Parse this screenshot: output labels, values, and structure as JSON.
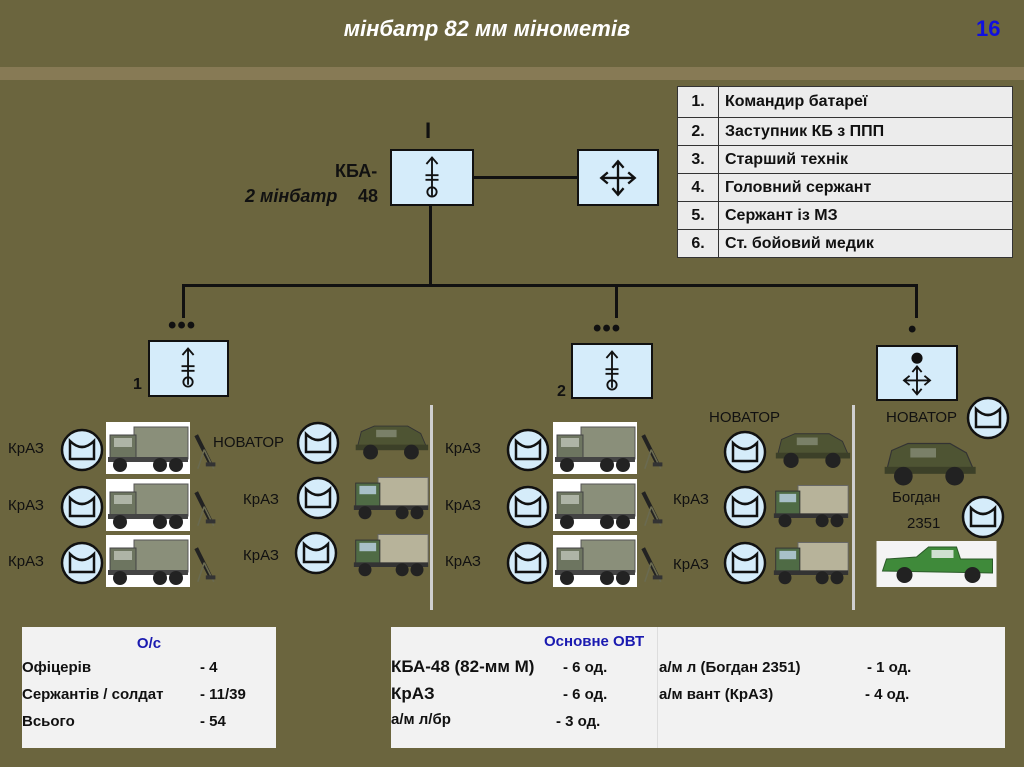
{
  "header": {
    "title": "мінбатр 82 мм мінометів",
    "slide_number": "16"
  },
  "legend": [
    {
      "n": "1.",
      "text": "Командир батареї"
    },
    {
      "n": "2.",
      "text": "Заступник КБ з ППП"
    },
    {
      "n": "3.",
      "text": "Старший технік"
    },
    {
      "n": "4.",
      "text": "Головний сержант"
    },
    {
      "n": "5.",
      "text": "Сержант із МЗ"
    },
    {
      "n": "6.",
      "text": "Ст. бойовий медик"
    }
  ],
  "hq": {
    "label_a": "КБА-",
    "label_b": "48",
    "label_c": "2 мінбатр",
    "echelon": "I"
  },
  "units": {
    "platoon1": {
      "number": "1",
      "echelon": "•••"
    },
    "platoon2": {
      "number": "2",
      "echelon": "•••"
    },
    "section3": {
      "echelon": "•"
    }
  },
  "vehicles": {
    "g1": [
      "КрАЗ",
      "КрАЗ",
      "КрАЗ"
    ],
    "g1b": [
      "НОВАТОР",
      "КрАЗ",
      "КрАЗ"
    ],
    "g2": [
      "КрАЗ",
      "КрАЗ",
      "КрАЗ"
    ],
    "g2b": [
      "НОВАТОР",
      "КрАЗ",
      "КрАЗ"
    ],
    "g3": {
      "novator": "НОВАТОР",
      "bogdan": "Богдан",
      "bogdan_model": "2351"
    }
  },
  "personnel": {
    "title": "О/с",
    "rows": [
      {
        "label": "Офіцерів",
        "value": "- 4"
      },
      {
        "label": "Сержантів / солдат",
        "value": "- 11/39"
      },
      {
        "label": "Всього",
        "value": "- 54"
      }
    ]
  },
  "equipment": {
    "title": "Основне ОВТ",
    "left": [
      {
        "label": "КБА-48 (82-мм М)",
        "value": "- 6 од."
      },
      {
        "label": "КрАЗ",
        "value": "- 6 од."
      },
      {
        "label": "а/м л/бр",
        "value": "- 3 од."
      }
    ],
    "right": [
      {
        "label": "а/м л (Богдан 2351)",
        "value": "- 1 од."
      },
      {
        "label": "а/м вант (КрАЗ)",
        "value": "- 4 од."
      }
    ]
  },
  "colors": {
    "background": "#6b653e",
    "symbol_fill": "#d5ecfa",
    "title_number": "#1010e0",
    "panel_title": "#1a1ab0"
  }
}
